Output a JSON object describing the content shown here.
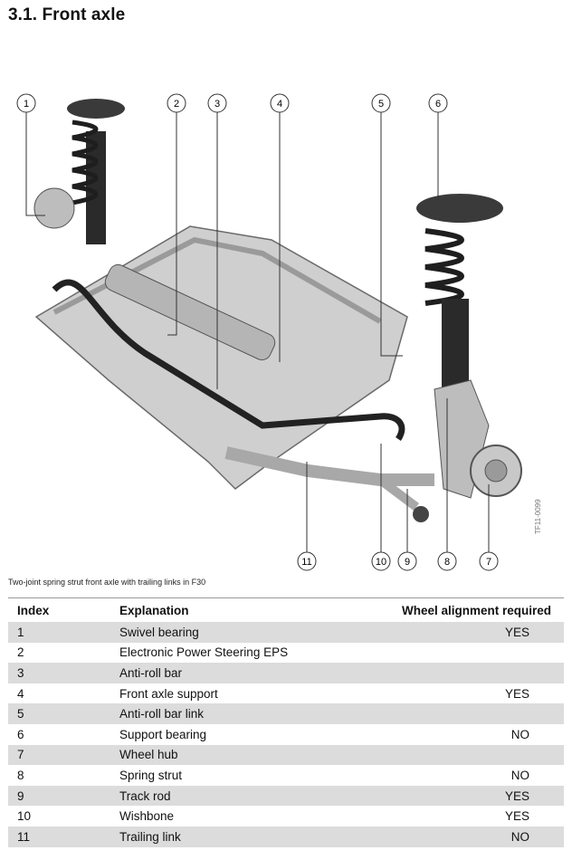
{
  "heading": "3.1. Front axle",
  "figure_code": "TF11-0099",
  "figure_callouts": [
    "1",
    "2",
    "3",
    "4",
    "5",
    "6",
    "7",
    "8",
    "9",
    "10",
    "11"
  ],
  "caption": "Two-joint spring strut front axle with trailing links in F30",
  "table": {
    "headers": [
      "Index",
      "Explanation",
      "Wheel alignment required"
    ],
    "rows": [
      {
        "index": "1",
        "explanation": "Swivel bearing",
        "alignment": "YES"
      },
      {
        "index": "2",
        "explanation": "Electronic Power Steering EPS",
        "alignment": ""
      },
      {
        "index": "3",
        "explanation": "Anti-roll bar",
        "alignment": ""
      },
      {
        "index": "4",
        "explanation": "Front axle support",
        "alignment": "YES"
      },
      {
        "index": "5",
        "explanation": "Anti-roll bar link",
        "alignment": ""
      },
      {
        "index": "6",
        "explanation": "Support bearing",
        "alignment": "NO"
      },
      {
        "index": "7",
        "explanation": "Wheel hub",
        "alignment": ""
      },
      {
        "index": "8",
        "explanation": "Spring strut",
        "alignment": "NO"
      },
      {
        "index": "9",
        "explanation": "Track rod",
        "alignment": "YES"
      },
      {
        "index": "10",
        "explanation": "Wishbone",
        "alignment": "YES"
      },
      {
        "index": "11",
        "explanation": "Trailing link",
        "alignment": "NO"
      }
    ]
  }
}
